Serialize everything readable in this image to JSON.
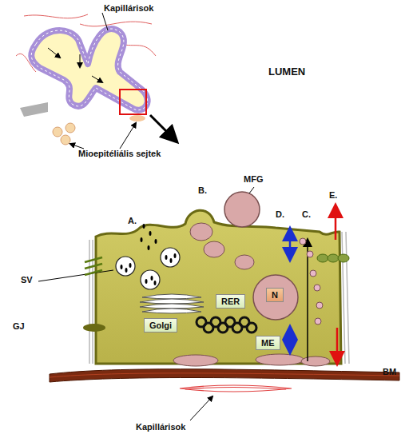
{
  "diagram": {
    "nodes": [
      {
        "text": [
          "RER"
        ]
      },
      {
        "text": [
          "N"
        ]
      },
      {
        "text": [
          "Golgi"
        ]
      },
      {
        "text": [
          "ME"
        ]
      }
    ],
    "labels": [
      "Kapillárisok",
      "Mioepitéliális sejtek",
      "LUMEN",
      "MFG",
      "B.",
      "A.",
      "D.",
      "C.",
      "E.",
      "SV",
      "GJ",
      "BM",
      "Kapillárisok"
    ]
  }
}
